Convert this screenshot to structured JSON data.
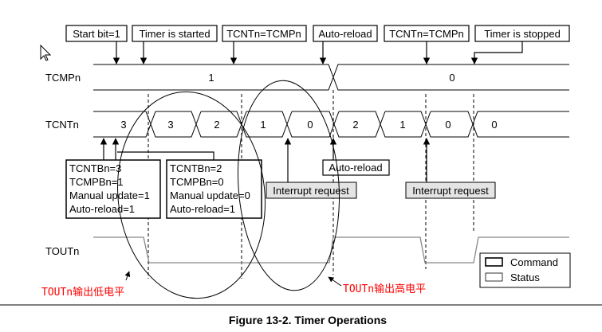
{
  "top_commands": [
    "Start bit=1",
    "Timer is started",
    "TCNTn=TCMPn",
    "Auto-reload",
    "TCNTn=TCMPn",
    "Timer is stopped"
  ],
  "signals": {
    "tcmp": "TCMPn",
    "tcnt": "TCNTn",
    "tout": "TOUTn"
  },
  "tcmp_values": [
    "1",
    "0"
  ],
  "tcnt_values": [
    "3",
    "3",
    "2",
    "1",
    "0",
    "2",
    "1",
    "0",
    "0"
  ],
  "status_box1": [
    "TCNTBn=3",
    "TCMPBn=1",
    "Manual update=1",
    "Auto-reload=1"
  ],
  "status_box2": [
    "TCNTBn=2",
    "TCMPBn=0",
    "Manual update=0",
    "Auto-reload=1"
  ],
  "auto_reload_label": "Auto-reload",
  "interrupt_label": "Interrupt request",
  "annotation_low": "TOUTn输出低电平",
  "annotation_high": "TOUTn输出高电平",
  "legend": {
    "command": "Command",
    "status": "Status"
  },
  "caption": "Figure 13-2. Timer Operations",
  "colors": {
    "line": "#000000",
    "grey_fill": "#e4e4e4",
    "wave": "#888888",
    "annotation": "#ff0000"
  },
  "icons": {
    "cursor": "arrow-pointer-icon"
  }
}
